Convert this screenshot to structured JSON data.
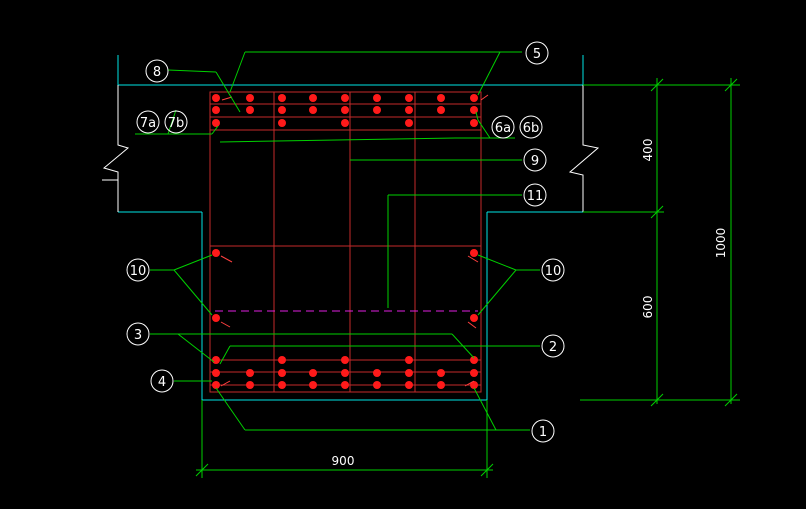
{
  "colors": {
    "background": "#000000",
    "concrete": "#00e5e5",
    "rebar": "#d42a2a",
    "bar_dot": "#ff1a1a",
    "leader": "#00d000",
    "dimension": "#00d000",
    "dashed": "#e020e0",
    "text": "#ffffff"
  },
  "callouts": {
    "c8": "8",
    "c5": "5",
    "c7a": "7a",
    "c7b": "7b",
    "c6a": "6a",
    "c6b": "6b",
    "c9": "9",
    "c11": "11",
    "c10_left": "10",
    "c10_right": "10",
    "c3": "3",
    "c2": "2",
    "c4": "4",
    "c1": "1"
  },
  "dimensions": {
    "overall_height": "1000",
    "top_part": "400",
    "bottom_part": "600",
    "width": "900"
  }
}
